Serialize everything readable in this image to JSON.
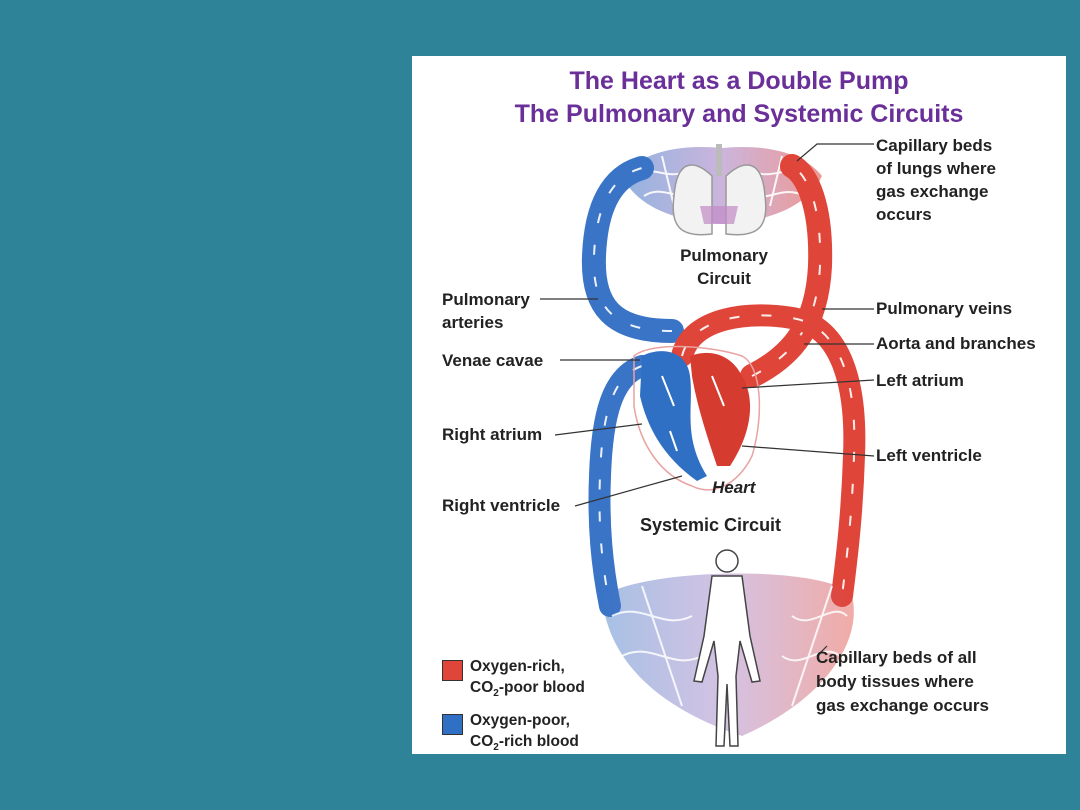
{
  "colors": {
    "slide_background": "#2f8398",
    "title": "#6a2f98",
    "oxygen_rich": "#e0453a",
    "oxygen_poor": "#2f6fc4"
  },
  "figure": {
    "title_line1": "The Heart as a Double Pump",
    "title_line2": "The Pulmonary and Systemic Circuits",
    "circuit_pulmonary_line1": "Pulmonary",
    "circuit_pulmonary_line2": "Circuit",
    "circuit_systemic": "Systemic Circuit",
    "heart_label": "Heart",
    "labels": {
      "capillary_lungs": [
        "Capillary beds",
        "of lungs where",
        "gas exchange",
        "occurs"
      ],
      "pulmonary_arteries": [
        "Pulmonary",
        "arteries"
      ],
      "pulmonary_veins": "Pulmonary veins",
      "aorta": "Aorta and branches",
      "venae_cavae": "Venae cavae",
      "left_atrium": "Left atrium",
      "right_atrium": "Right atrium",
      "left_ventricle": "Left ventricle",
      "right_ventricle": "Right ventricle",
      "capillary_body": [
        "Capillary beds of all",
        "body tissues where",
        "gas exchange occurs"
      ]
    },
    "legend": {
      "rich_line1": "Oxygen-rich,",
      "rich_co2": "CO",
      "rich_sub": "2",
      "rich_rest": "-poor blood",
      "poor_line1": "Oxygen-poor,",
      "poor_co2": "CO",
      "poor_sub": "2",
      "poor_rest": "-rich blood"
    },
    "icons": [
      "lungs-icon",
      "heart-icon",
      "human-figure-icon",
      "capillary-network-icon"
    ]
  }
}
